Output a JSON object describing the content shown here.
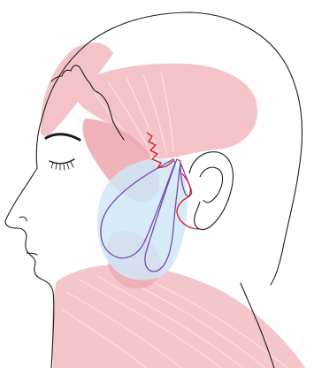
{
  "colors": {
    "background": "#ffffff",
    "outline": "#1a1a1a",
    "muscle_fill": "#f3c3c8",
    "muscle_fill_deep": "#eea6ae",
    "muscle_fiber": "#ffffff",
    "gland_fill": "#cfe6f7",
    "nerve_outline": "#7b4aa8",
    "vessel_red": "#d8232a"
  },
  "parts": [
    "head-outline",
    "scalp-muscle",
    "temporalis-muscle",
    "masseter-muscle",
    "neck-muscles",
    "salivary-gland",
    "nerve-loops",
    "vessel-lines",
    "ear",
    "closed-eye"
  ]
}
